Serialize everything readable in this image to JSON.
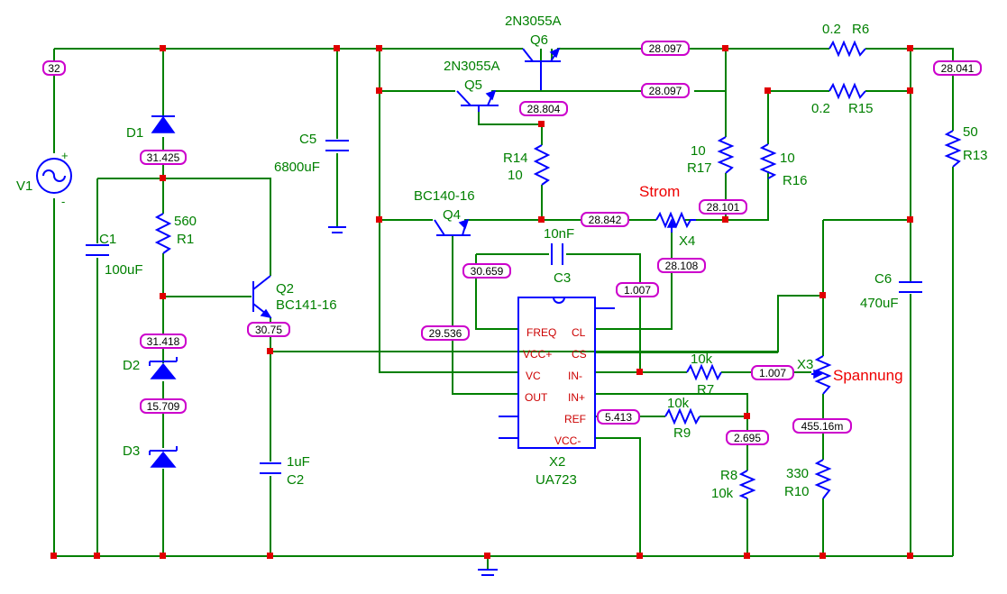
{
  "components": {
    "v1": "V1",
    "d1": "D1",
    "d2": "D2",
    "d3": "D3",
    "c1_name": "C1",
    "c1_val": "100uF",
    "r1_val": "560",
    "r1_name": "R1",
    "c5_name": "C5",
    "c5_val": "6800uF",
    "q2_name": "Q2",
    "q2_type": "BC141-16",
    "c2_val": "1uF",
    "c2_name": "C2",
    "q6_type": "2N3055A",
    "q6_name": "Q6",
    "q5_type": "2N3055A",
    "q5_name": "Q5",
    "r14_name": "R14",
    "r14_val": "10",
    "q4_type": "BC140-16",
    "q4_name": "Q4",
    "c3_val": "10nF",
    "c3_name": "C3",
    "x2_name": "X2",
    "x2_type": "UA723",
    "r6_val": "0.2",
    "r6_name": "R6",
    "r15_val": "0.2",
    "r15_name": "R15",
    "r17_val": "10",
    "r17_name": "R17",
    "r16_val": "10",
    "r16_name": "R16",
    "x4_name": "X4",
    "strom": "Strom",
    "r7_val": "10k",
    "r7_name": "R7",
    "r9_val": "10k",
    "r9_name": "R9",
    "r8_name": "R8",
    "r8_val": "10k",
    "x3_name": "X3",
    "spannung": "Spannung",
    "r10_val": "330",
    "r10_name": "R10",
    "c6_name": "C6",
    "c6_val": "470uF",
    "r13_val": "50",
    "r13_name": "R13",
    "plus": "+",
    "minus": "-"
  },
  "ic_pins": {
    "freq": "FREQ",
    "vccp": "VCC+",
    "vc": "VC",
    "out": "OUT",
    "cl": "CL",
    "cs": "CS",
    "inm": "IN-",
    "inp": "IN+",
    "ref": "REF",
    "vccm": "VCC-"
  },
  "probes": {
    "p32": "32",
    "p31425": "31.425",
    "p31418": "31.418",
    "p15709": "15.709",
    "p3075": "30.75",
    "p29536": "29.536",
    "p30659": "30.659",
    "p28804": "28.804",
    "p28097a": "28.097",
    "p28097b": "28.097",
    "p28842": "28.842",
    "p28101": "28.101",
    "p28108": "28.108",
    "p1007a": "1.007",
    "p1007b": "1.007",
    "p5413": "5.413",
    "p2695": "2.695",
    "p45516": "455.16m",
    "p28041": "28.041"
  }
}
